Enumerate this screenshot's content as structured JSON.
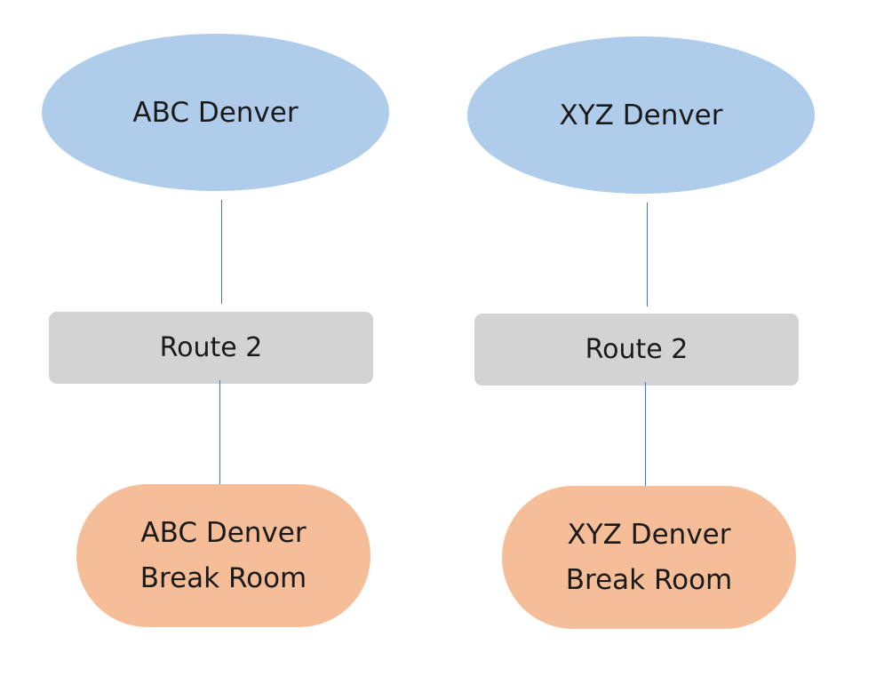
{
  "colors": {
    "location": "#AFCDEA",
    "route": "#D3D3D3",
    "room": "#F5BE98",
    "connector": "#4472C4"
  },
  "branches": [
    {
      "location": "ABC Denver",
      "route": "Route 2",
      "room_line1": "ABC Denver",
      "room_line2": "Break Room"
    },
    {
      "location": "XYZ Denver",
      "route": "Route 2",
      "room_line1": "XYZ Denver",
      "room_line2": "Break Room"
    }
  ]
}
